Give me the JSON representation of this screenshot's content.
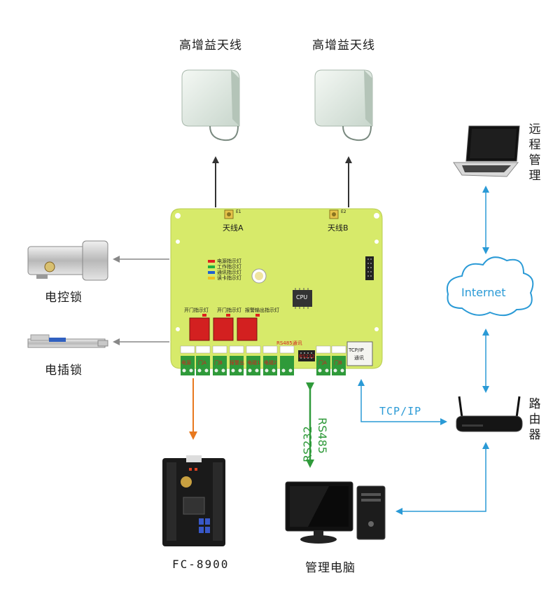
{
  "colors": {
    "board": "#d7ea6a",
    "terminal": "#2f9a3a",
    "arrow_dark": "#333333",
    "arrow_gray": "#888888",
    "arrow_orange": "#e8781e",
    "arrow_green": "#2f9a3a",
    "arrow_blue": "#2a9ad6",
    "relay": "#d32020"
  },
  "antennas": [
    {
      "label": "高增益天线"
    },
    {
      "label": "高增益天线"
    }
  ],
  "board": {
    "antenna_a": "天线A",
    "antenna_b": "天线B",
    "e1": "E1",
    "e2": "E2",
    "leds": [
      "电源指示灯",
      "工作指示灯",
      "通讯指示灯",
      "读卡指示灯"
    ],
    "cpu": "CPU",
    "relay_labels": [
      "开门指示灯",
      "开门指示灯",
      "报警输出指示灯"
    ],
    "rs485_title": "RS485通讯",
    "rs232": "RS232",
    "tcpip": "TCP/IP",
    "tcpip_sub": "通讯",
    "terminals": [
      "电源",
      "门A",
      "门B",
      "报警出",
      "电磁1",
      "电磁2",
      "门A",
      "门B"
    ]
  },
  "devices": {
    "electric_lock": "电控锁",
    "plug_lock": "电插锁",
    "controller": "FC-8900",
    "management_pc": "管理电脑",
    "remote_management": "远程管理",
    "router": "路由器",
    "internet": "Internet"
  },
  "links": {
    "rs485": "RS485",
    "rs232": "RS232",
    "tcpip": "TCP/IP"
  }
}
